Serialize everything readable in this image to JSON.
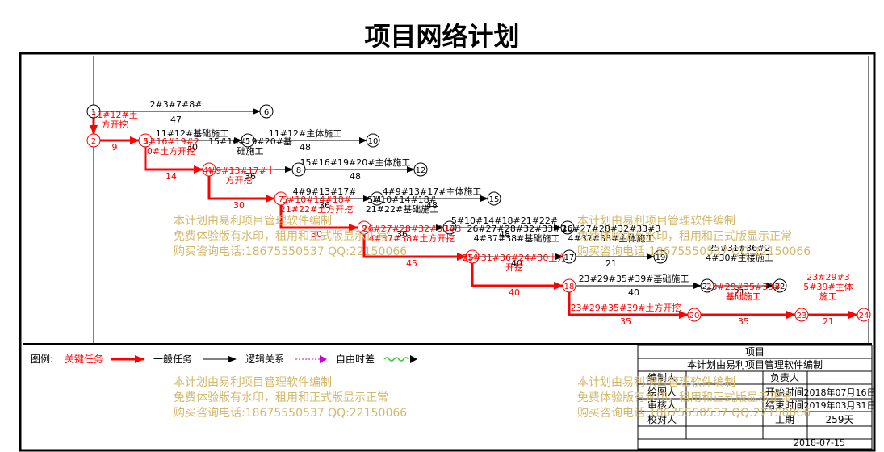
{
  "title": "项目网络计划",
  "nodes": [
    {
      "id": "1",
      "label": "1",
      "critical": false
    },
    {
      "id": "2",
      "label": "2",
      "critical": true
    },
    {
      "id": "3",
      "label": "3",
      "critical": true
    },
    {
      "id": "4",
      "label": "4",
      "critical": true
    },
    {
      "id": "5",
      "label": "5",
      "critical": false
    },
    {
      "id": "6",
      "label": "6",
      "critical": false
    },
    {
      "id": "7",
      "label": "7",
      "critical": true
    },
    {
      "id": "8",
      "label": "8",
      "critical": false
    },
    {
      "id": "9",
      "label": "9",
      "critical": true
    },
    {
      "id": "10",
      "label": "10",
      "critical": false
    },
    {
      "id": "11",
      "label": "11",
      "critical": false
    },
    {
      "id": "12",
      "label": "12",
      "critical": false
    },
    {
      "id": "13",
      "label": "13",
      "critical": false
    },
    {
      "id": "14",
      "label": "14",
      "critical": true
    },
    {
      "id": "15",
      "label": "15",
      "critical": false
    },
    {
      "id": "16",
      "label": "16",
      "critical": false
    },
    {
      "id": "17",
      "label": "17",
      "critical": false
    },
    {
      "id": "18",
      "label": "18",
      "critical": true
    },
    {
      "id": "19",
      "label": "19",
      "critical": false
    },
    {
      "id": "20",
      "label": "20",
      "critical": true
    },
    {
      "id": "21",
      "label": "21",
      "critical": false
    },
    {
      "id": "22",
      "label": "22",
      "critical": false
    },
    {
      "id": "23",
      "label": "23",
      "critical": true
    },
    {
      "id": "24",
      "label": "24",
      "critical": true
    }
  ],
  "tasks": [
    {
      "from": "1",
      "to": "6",
      "name": "2#3#7#8#",
      "duration": "47",
      "critical": false
    },
    {
      "from": "1",
      "to": "2",
      "name": "11#12#土方开挖",
      "duration": "",
      "critical": true
    },
    {
      "from": "2",
      "to": "3",
      "name": "",
      "duration": "9",
      "critical": true
    },
    {
      "from": "3",
      "to": "5",
      "name": "11#12#基础施工",
      "duration": "30",
      "critical": false
    },
    {
      "from": "5",
      "to": "10",
      "name": "11#12#主体施工",
      "duration": "48",
      "critical": false
    },
    {
      "from": "3",
      "to": "4",
      "name": "5#16#19#20#土方开挖",
      "duration": "14",
      "critical": true
    },
    {
      "from": "4",
      "to": "8",
      "name": "15#16#19#20#基础施工",
      "duration": "36",
      "critical": false
    },
    {
      "from": "8",
      "to": "12",
      "name": "15#16#19#20#主体施工",
      "duration": "48",
      "critical": false
    },
    {
      "from": "4",
      "to": "7",
      "name": "4#9#13#17#土方开挖",
      "duration": "30",
      "critical": true
    },
    {
      "from": "7",
      "to": "11",
      "name": "4#9#13#17#",
      "duration": "36",
      "critical": false
    },
    {
      "from": "11",
      "to": "15",
      "name": "4#9#13#17#主体施工",
      "duration": "48",
      "critical": false
    },
    {
      "from": "7",
      "to": "9",
      "name": "5#10#14#18#21#22#土方开挖",
      "duration": "30",
      "critical": true
    },
    {
      "from": "9",
      "to": "13",
      "name": "5#10#14#18#21#22#基础施工",
      "duration": "36",
      "critical": false
    },
    {
      "from": "13",
      "to": "16",
      "name": "5#10#14#18#21#22#",
      "duration": "48",
      "critical": false
    },
    {
      "from": "9",
      "to": "14",
      "name": "26#27#28#32#33#34#37#38#土方开挖",
      "duration": "45",
      "critical": true
    },
    {
      "from": "14",
      "to": "17",
      "name": "26#27#28#32#33#34#37#38#基础施工",
      "duration": "40",
      "critical": false
    },
    {
      "from": "17",
      "to": "19",
      "name": "26#27#28#32#33#34#37#38#主体施工",
      "duration": "21",
      "critical": false
    },
    {
      "from": "14",
      "to": "18",
      "name": "25#31#36#24#30土方开挖",
      "duration": "40",
      "critical": true
    },
    {
      "from": "18",
      "to": "21",
      "name": "23#29#35#39#基础施工",
      "duration": "40",
      "critical": false
    },
    {
      "from": "21",
      "to": "22",
      "name": "25#31#36#24#30#主楼施工",
      "duration": "21",
      "critical": false
    },
    {
      "from": "18",
      "to": "20",
      "name": "23#29#35#39#土方开挖",
      "duration": "35",
      "critical": true
    },
    {
      "from": "20",
      "to": "23",
      "name": "23#29#35#39#基础施工",
      "duration": "35",
      "critical": true
    },
    {
      "from": "23",
      "to": "24",
      "name": "23#29#35#39#主体施工",
      "duration": "21",
      "critical": true
    }
  ],
  "legend": {
    "label": "图例:",
    "critical": "关键任务",
    "normal": "一般任务",
    "logic": "逻辑关系",
    "float": "自由时差"
  },
  "info": {
    "project_label": "项目",
    "compiled_by": "本计划由易利项目管理软件编制",
    "editor_label": "编制人",
    "owner_label": "负责人",
    "drawer_label": "绘图人",
    "start_label": "开始时间",
    "start_value": "2018年07月16日",
    "reviewer_label": "审核人",
    "end_label": "结束时间",
    "end_value": "2019年03月31日",
    "checker_label": "校对人",
    "duration_label": "工期",
    "duration_value": "259天",
    "date": "2018-07-15"
  },
  "watermark": {
    "line1": "本计划由易利项目管理软件编制",
    "line2": "免费体验版有水印，租用和正式版显示正常",
    "line3": "购买咨询电话:18675550537 QQ:22150066"
  },
  "colors": {
    "critical": "#ff0000",
    "normal": "#000000",
    "logic": "#cc00cc",
    "float": "#33cc33",
    "watermark": "#d4b86a"
  }
}
